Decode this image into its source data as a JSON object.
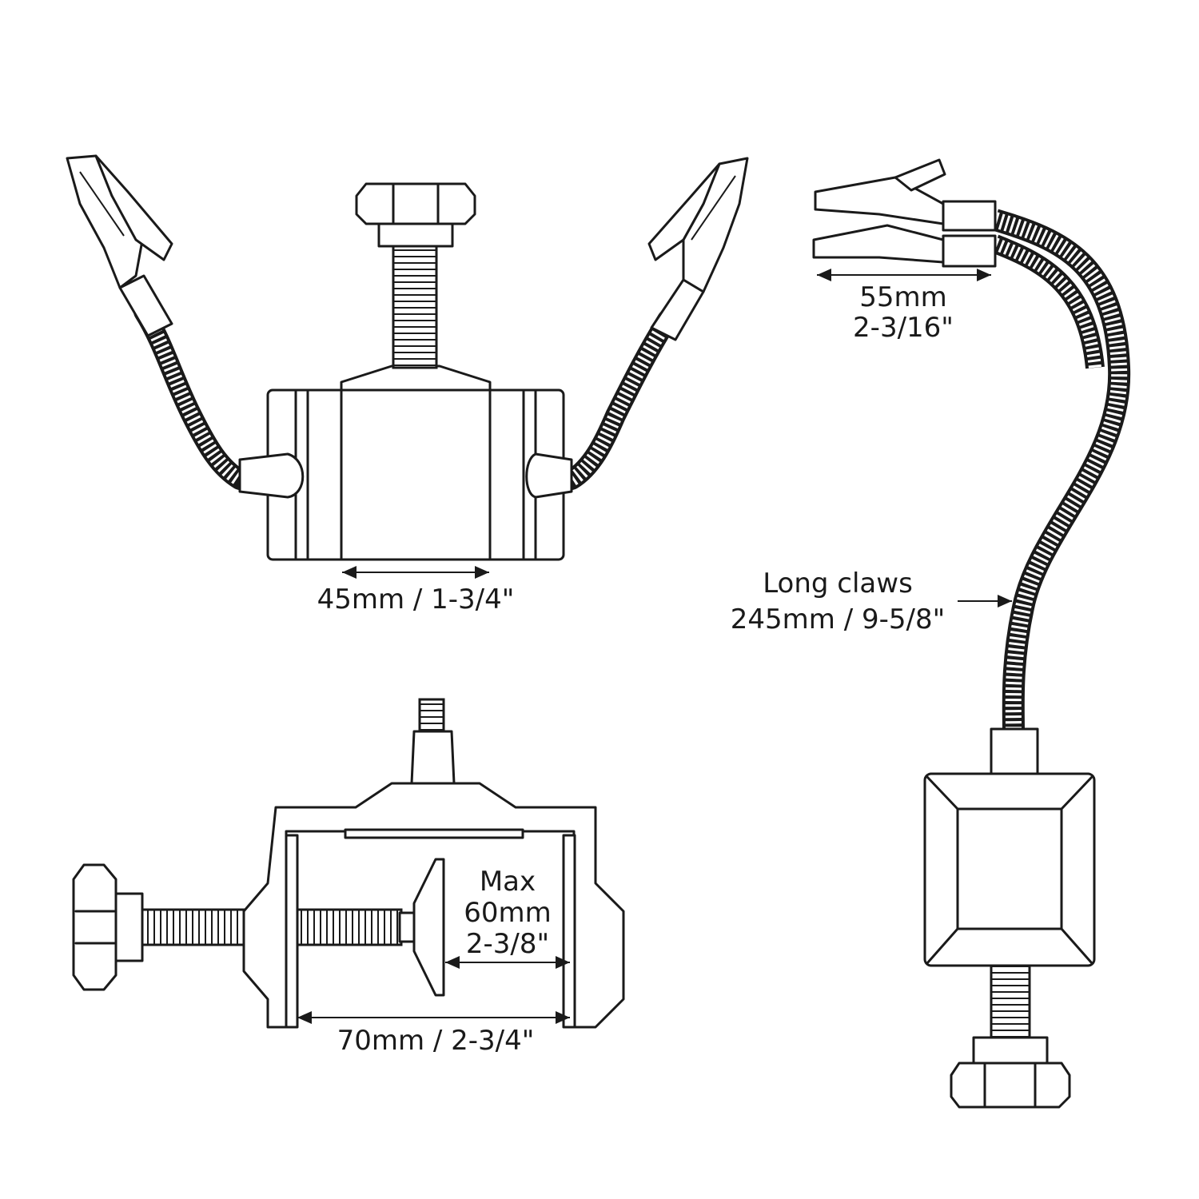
{
  "dimensions": {
    "width_top": "45mm / 1-3/4\"",
    "clip_length_mm": "55mm",
    "clip_length_in": "2-3/16\"",
    "claws_title": "Long claws",
    "claws_length": "245mm / 9-5/8\"",
    "max_label": "Max",
    "max_mm": "60mm",
    "max_in": "2-3/8\"",
    "jaw_width": "70mm / 2-3/4\""
  },
  "colors": {
    "line": "#1a1a1a",
    "background": "#ffffff",
    "hose_fill": "#5a5a5a"
  }
}
